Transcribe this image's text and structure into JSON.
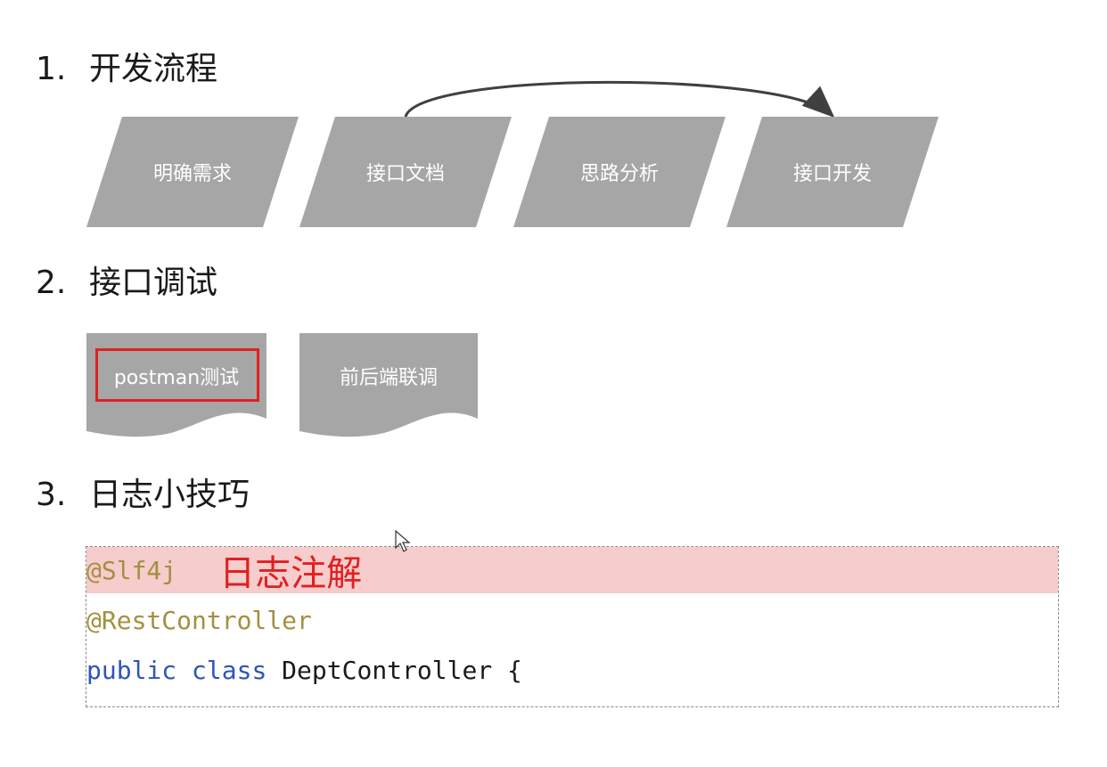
{
  "sections": [
    {
      "num": "1.",
      "title": "开发流程"
    },
    {
      "num": "2.",
      "title": "接口调试"
    },
    {
      "num": "3.",
      "title": "日志小技巧"
    }
  ],
  "flow_steps": [
    "明确需求",
    "接口文档",
    "思路分析",
    "接口开发"
  ],
  "debug_items": [
    "postman测试",
    "前后端联调"
  ],
  "code": {
    "line1_annotation": "@Slf4j",
    "line1_note": "日志注解",
    "line2_annotation": "@RestController",
    "line3_kw1": "public",
    "line3_kw2": "class",
    "line3_rest": "DeptController {"
  },
  "colors": {
    "shape_gray": "#a6a6a6",
    "highlight": "#f6cccc",
    "red": "#e02020",
    "annotation": "#a39040",
    "keyword": "#2f55b8"
  }
}
